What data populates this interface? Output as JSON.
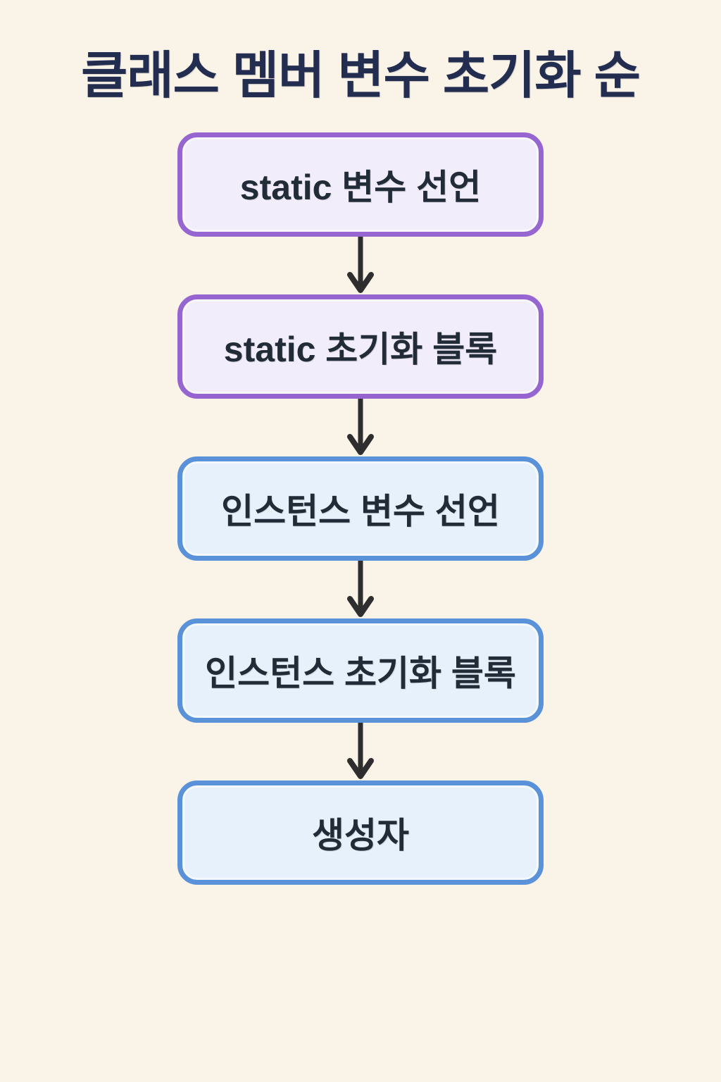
{
  "title": "클래스 멤버 변수 초기화 순",
  "flow": {
    "boxes": [
      {
        "label": "static 변수 선언",
        "theme": "purple"
      },
      {
        "label": "static 초기화 블록",
        "theme": "purple"
      },
      {
        "label": "인스턴스 변수 선언",
        "theme": "blue"
      },
      {
        "label": "인스턴스 초기화 블록",
        "theme": "blue"
      },
      {
        "label": "생성자",
        "theme": "blue"
      }
    ],
    "connector": "arrow-down"
  },
  "colors": {
    "background": "#FAF3E8",
    "title_text": "#222D50",
    "box_text": "#222B38",
    "purple_border": "#9765CF",
    "purple_fill": "#F2EDFB",
    "blue_border": "#5A92D9",
    "blue_fill": "#E7F1FB",
    "arrow": "#2E2E2E"
  }
}
